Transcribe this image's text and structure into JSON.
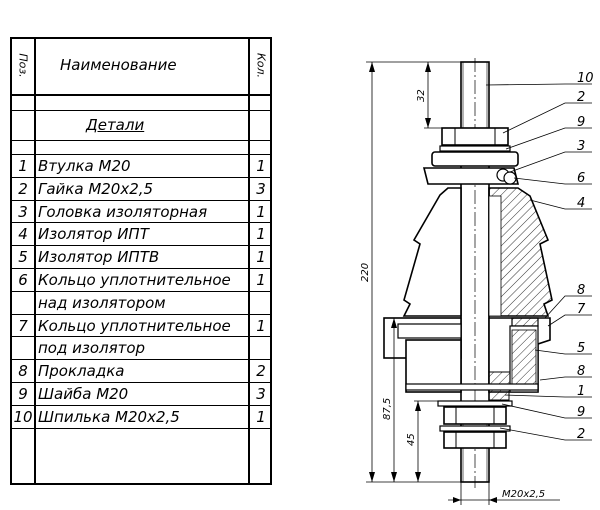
{
  "spec": {
    "col_pos": "Поз.",
    "col_name": "Наименование",
    "col_qty": "Кол.",
    "section": "Детали",
    "rows": [
      {
        "pos": "1",
        "name": "Втулка М20",
        "qty": "1"
      },
      {
        "pos": "2",
        "name": "Гайка М20х2,5",
        "qty": "3"
      },
      {
        "pos": "3",
        "name": "Головка изоляторная",
        "qty": "1"
      },
      {
        "pos": "4",
        "name": "Изолятор ИПТ",
        "qty": "1"
      },
      {
        "pos": "5",
        "name": "Изолятор ИПТВ",
        "qty": "1"
      },
      {
        "pos": "6",
        "name": "Кольцо уплотнительное",
        "qty": "1"
      },
      {
        "pos": "",
        "name": "над изолятором",
        "qty": ""
      },
      {
        "pos": "7",
        "name": "Кольцо уплотнительное",
        "qty": "1"
      },
      {
        "pos": "",
        "name": "под изолятор",
        "qty": ""
      },
      {
        "pos": "8",
        "name": "Прокладка",
        "qty": "2"
      },
      {
        "pos": "9",
        "name": "Шайба М20",
        "qty": "3"
      },
      {
        "pos": "10",
        "name": "Шпилька М20х2,5",
        "qty": "1"
      }
    ]
  },
  "drawing": {
    "dims": {
      "total": "220",
      "top": "32",
      "lower": "87,5",
      "bottom": "45",
      "thread": "M20x2,5"
    },
    "leaders": [
      "10",
      "2",
      "9",
      "3",
      "6",
      "4",
      "8",
      "7",
      "5",
      "8",
      "1",
      "9",
      "2"
    ]
  }
}
